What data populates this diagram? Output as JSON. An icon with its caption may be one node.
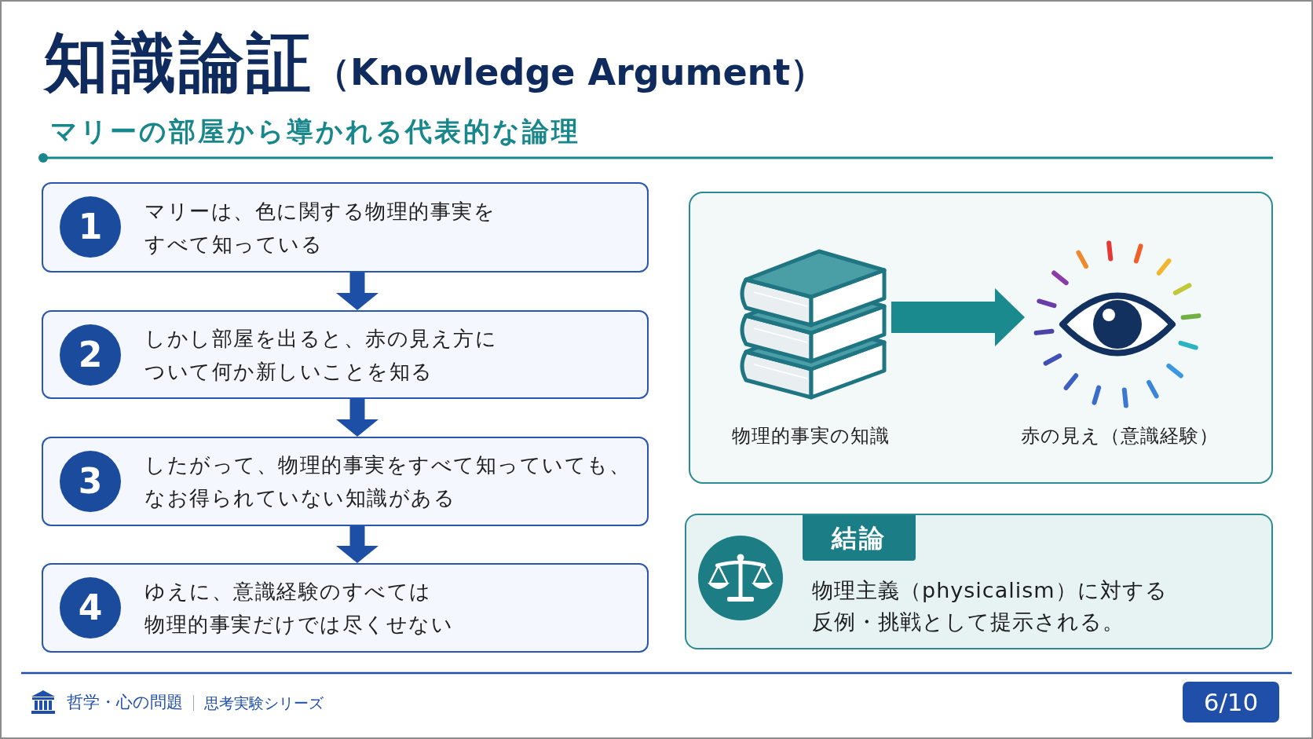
{
  "diagram": {
    "title": "**知識論証**（Knowledge Argument）",
    "nodes": [
      {
        "text": [
          "マリーは、色に関する物理的事実をすべて知っている"
        ]
      },
      {
        "text": [
          "1"
        ],
        "in": 0
      },
      {
        "text": [
          "しかし部屋を出ると、赤の見え方について何か新しいことを知る"
        ]
      },
      {
        "text": [
          "2"
        ],
        "in": 2
      },
      {
        "text": [
          "したがって、物理的事実をすべて知っていても、なお得られていない知識がある"
        ]
      },
      {
        "text": [
          "3"
        ],
        "in": 4
      },
      {
        "text": [
          "ゆえに、意識経験のすべては物理的事実だけでは尽くせない"
        ]
      },
      {
        "text": [
          "4"
        ],
        "in": 6
      },
      {
        "text": [],
        "shape": "box"
      },
      {
        "text": [],
        "shape": "picture",
        "in": 8,
        "beside": [
          "物理的事実の知識"
        ]
      },
      {
        "text": [],
        "shape": "picture",
        "in": 8,
        "beside": [
          "赤の見え（意識経験）"
        ]
      },
      {
        "text": [
          "結論",
          "物理主義（physicalism）に対する反例・挑戦として提示される。"
        ]
      },
      {
        "text": [
          "6/10"
        ]
      }
    ],
    "edges": [
      {
        "from": 0,
        "to": 2,
        "arrow": "to"
      },
      {
        "from": 2,
        "to": 4,
        "arrow": "to"
      },
      {
        "from": 4,
        "to": 6,
        "arrow": "to"
      },
      {
        "from": 9,
        "to": 10,
        "arrow": "to",
        "color": "#1a8a8f"
      }
    ],
    "labels": [
      "マリーの部屋から導かれる代表的な論理",
      "哲学・心の問題",
      "思考実験シリーズ"
    ]
  }
}
